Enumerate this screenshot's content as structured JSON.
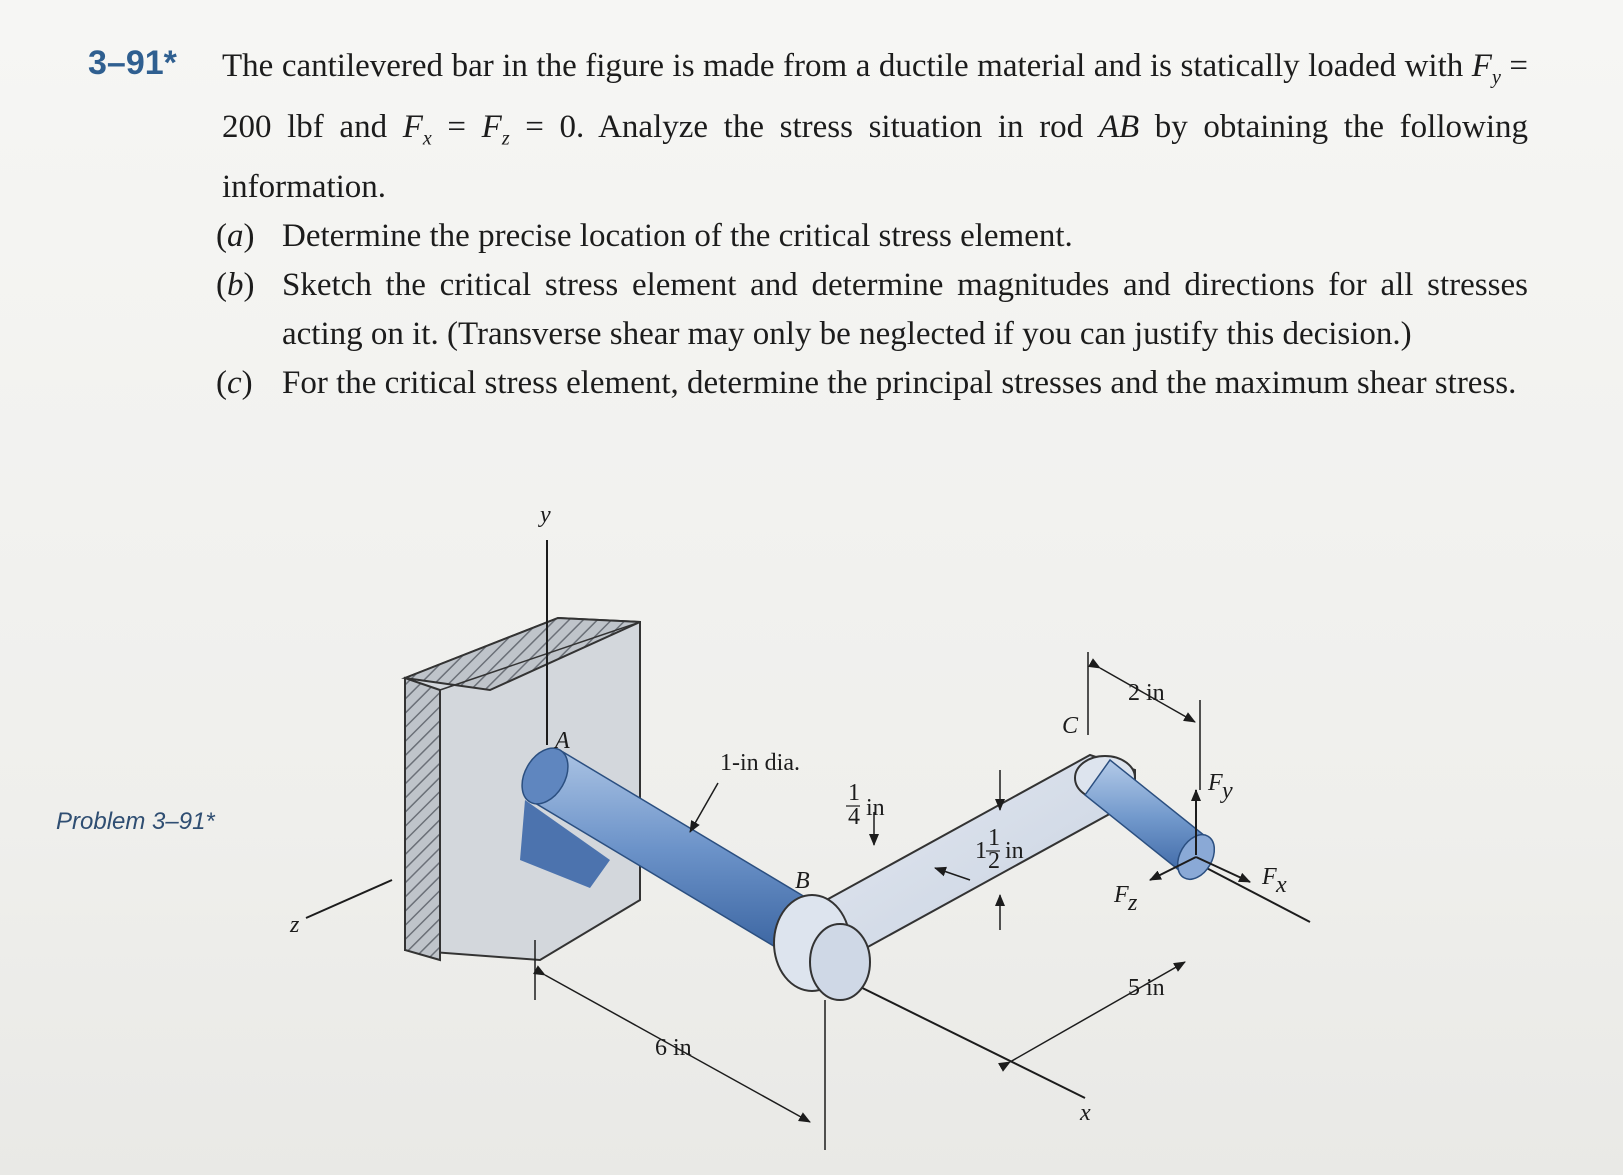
{
  "problem": {
    "number": "3–91*",
    "intro_parts": [
      "The cantilevered bar in the figure is made from a ductile material and is statically loaded with ",
      "F",
      "y",
      " = 200 lbf and ",
      "F",
      "x",
      " = ",
      "F",
      "z",
      " = 0. Analyze the stress situation in rod ",
      "AB",
      " by obtaining the following information."
    ],
    "parts": [
      {
        "label": "a",
        "text": "Determine the precise location of the critical stress element."
      },
      {
        "label": "b",
        "text": "Sketch the critical stress element and determine magnitudes and directions for all stresses acting on it. (Transverse shear may only be neglected if you can justify this decision.)"
      },
      {
        "label": "c",
        "text": "For the critical stress element, determine the principal stresses and the maximum shear stress."
      }
    ]
  },
  "figure": {
    "caption": "Problem 3–91*",
    "labels": {
      "y_axis": "y",
      "z_axis": "z",
      "x_axis": "x",
      "point_a": "A",
      "point_b": "B",
      "point_c": "C",
      "rod_diameter": "1-in dia.",
      "plate_thickness_num": "1",
      "plate_thickness_den": "4",
      "plate_thickness_unit": "in",
      "plate_width_whole": "1",
      "plate_width_num": "1",
      "plate_width_den": "2",
      "plate_width_unit": "in",
      "dim_2in": "2 in",
      "dim_5in": "5 in",
      "dim_6in": "6 in",
      "force_y": "F",
      "force_y_sub": "y",
      "force_x": "F",
      "force_x_sub": "x",
      "force_z": "F",
      "force_z_sub": "z"
    }
  },
  "colors": {
    "heading_blue": "#2f5f90",
    "rod_blue": "#6a92c8",
    "rod_dark": "#3d68a8",
    "plate_light": "#d6deea",
    "wall_gray": "#cfd3d8"
  }
}
